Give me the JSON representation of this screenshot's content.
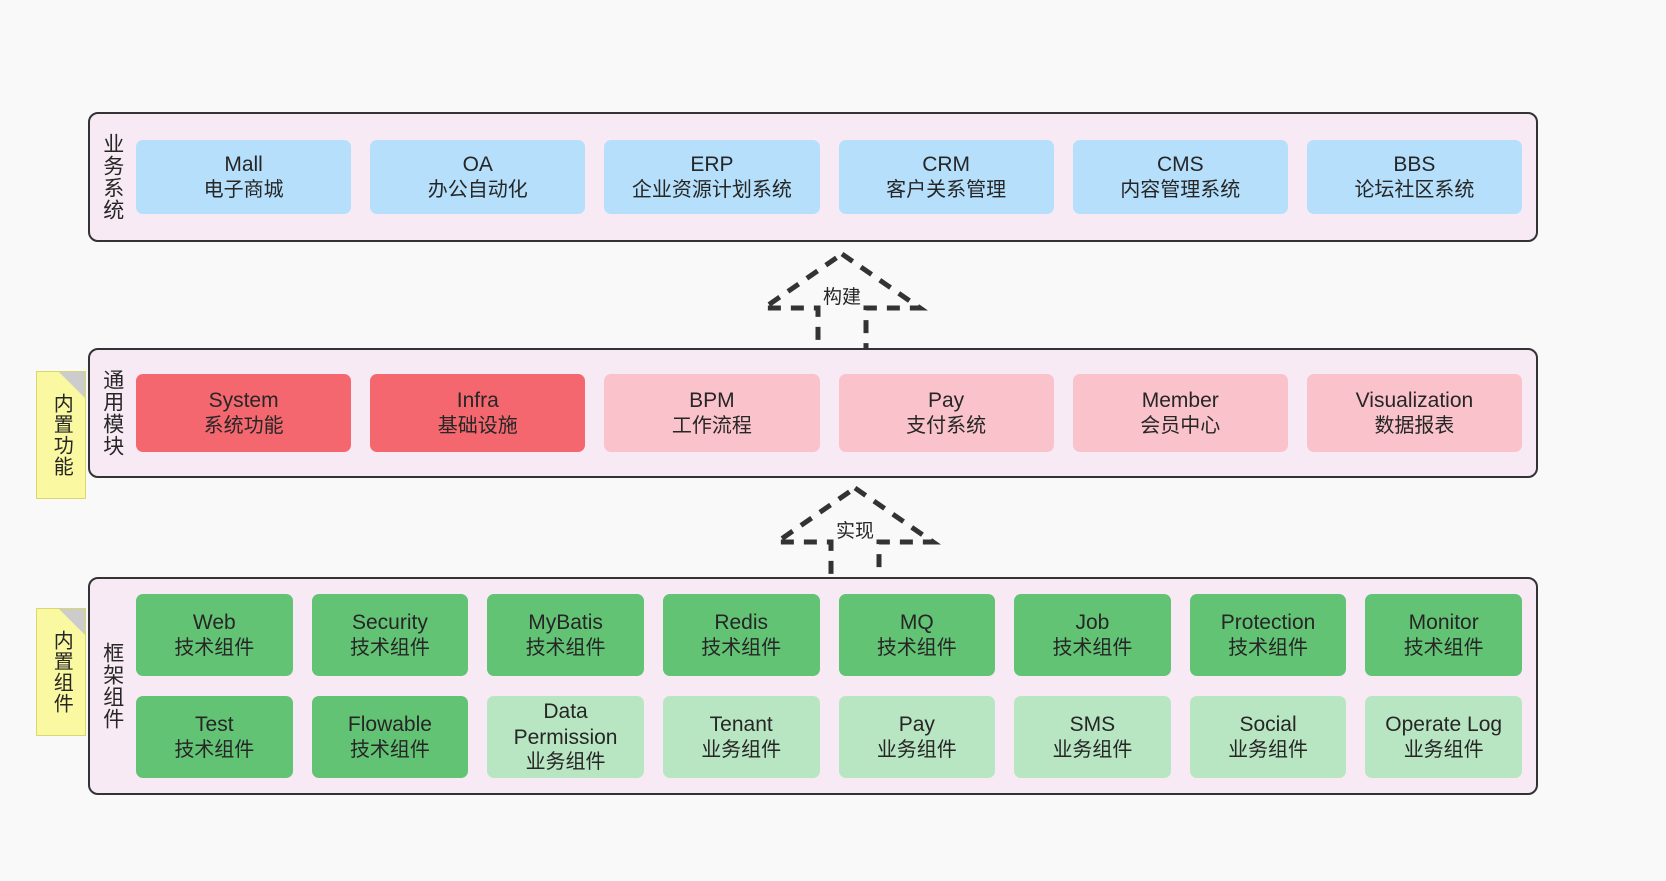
{
  "diagram": {
    "title_hidden": "",
    "colors": {
      "background": "#f9f9f9",
      "panel": "#f7eaf4",
      "panel_border": "#333333",
      "blue": "#b5dffb",
      "red": "#f4676f",
      "pink": "#fac3cb",
      "green": "#63c375",
      "light_green": "#b9e6c2",
      "note": "#faf8a0",
      "note_fold": "#cccccc",
      "text": "#262626"
    }
  },
  "layers": [
    {
      "id": "business-system",
      "title": "业务系统",
      "rows": [
        {
          "cards": [
            {
              "name": "Mall",
              "desc": "电子商城",
              "style": "blue"
            },
            {
              "name": "OA",
              "desc": "办公自动化",
              "style": "blue"
            },
            {
              "name": "ERP",
              "desc": "企业资源计划系统",
              "style": "blue"
            },
            {
              "name": "CRM",
              "desc": "客户关系管理",
              "style": "blue"
            },
            {
              "name": "CMS",
              "desc": "内容管理系统",
              "style": "blue"
            },
            {
              "name": "BBS",
              "desc": "论坛社区系统",
              "style": "blue"
            }
          ]
        }
      ]
    },
    {
      "id": "common-module",
      "title": "通用模块",
      "note": "内置功能",
      "rows": [
        {
          "cards": [
            {
              "name": "System",
              "desc": "系统功能",
              "style": "red"
            },
            {
              "name": "Infra",
              "desc": "基础设施",
              "style": "red"
            },
            {
              "name": "BPM",
              "desc": "工作流程",
              "style": "pink"
            },
            {
              "name": "Pay",
              "desc": "支付系统",
              "style": "pink"
            },
            {
              "name": "Member",
              "desc": "会员中心",
              "style": "pink"
            },
            {
              "name": "Visualization",
              "desc": "数据报表",
              "style": "pink"
            }
          ]
        }
      ]
    },
    {
      "id": "framework-component",
      "title": "框架组件",
      "note": "内置组件",
      "rows": [
        {
          "cards": [
            {
              "name": "Web",
              "desc": "技术组件",
              "style": "green"
            },
            {
              "name": "Security",
              "desc": "技术组件",
              "style": "green"
            },
            {
              "name": "MyBatis",
              "desc": "技术组件",
              "style": "green"
            },
            {
              "name": "Redis",
              "desc": "技术组件",
              "style": "green"
            },
            {
              "name": "MQ",
              "desc": "技术组件",
              "style": "green"
            },
            {
              "name": "Job",
              "desc": "技术组件",
              "style": "green"
            },
            {
              "name": "Protection",
              "desc": "技术组件",
              "style": "green"
            },
            {
              "name": "Monitor",
              "desc": "技术组件",
              "style": "green"
            }
          ]
        },
        {
          "cards": [
            {
              "name": "Test",
              "desc": "技术组件",
              "style": "green"
            },
            {
              "name": "Flowable",
              "desc": "技术组件",
              "style": "green"
            },
            {
              "name": "Data Permission",
              "desc": "业务组件",
              "style": "lgreen"
            },
            {
              "name": "Tenant",
              "desc": "业务组件",
              "style": "lgreen"
            },
            {
              "name": "Pay",
              "desc": "业务组件",
              "style": "lgreen"
            },
            {
              "name": "SMS",
              "desc": "业务组件",
              "style": "lgreen"
            },
            {
              "name": "Social",
              "desc": "业务组件",
              "style": "lgreen"
            },
            {
              "name": "Operate Log",
              "desc": "业务组件",
              "style": "lgreen"
            }
          ]
        }
      ]
    }
  ],
  "arrows": [
    {
      "id": "build",
      "label": "构建",
      "from": "common-module",
      "to": "business-system"
    },
    {
      "id": "implement",
      "label": "实现",
      "from": "framework-component",
      "to": "common-module"
    }
  ]
}
